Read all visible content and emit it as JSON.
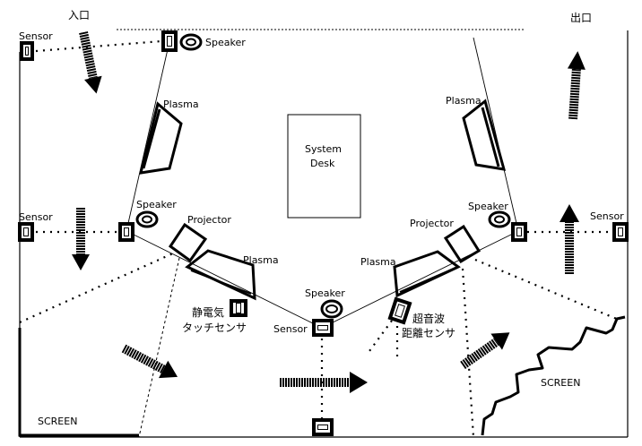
{
  "diagram": {
    "title": "Floor plan layout",
    "colors": {
      "ink": "#000000",
      "background": "#ffffff"
    },
    "labels": {
      "entrance": "入口",
      "exit": "出口",
      "system_desk_line1": "System",
      "system_desk_line2": "Desk",
      "sensor": "Sensor",
      "speaker": "Speaker",
      "plasma": "Plasma",
      "projector": "Projector",
      "screen": "SCREEN",
      "touch_sensor_line1": "静電気",
      "touch_sensor_line2": "タッチセンサ",
      "ultrasonic_line1": "超音波",
      "ultrasonic_line2": "距離センサ"
    }
  }
}
